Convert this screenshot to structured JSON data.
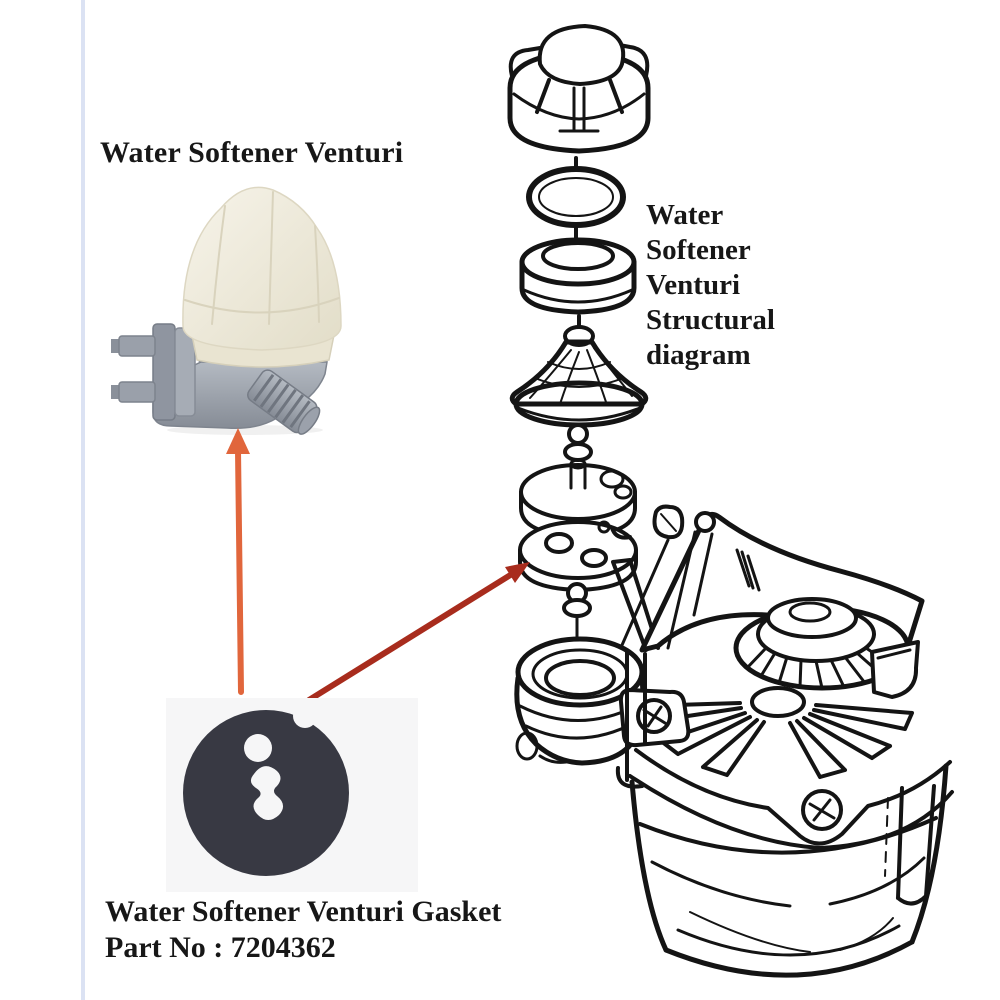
{
  "page": {
    "background": "#ffffff",
    "left_border_color": "#dbe2f3"
  },
  "header": {
    "title": "Water Softener Venturi"
  },
  "diagram_label": {
    "lines": [
      "Water",
      "Softener",
      "Venturi",
      "Structural",
      "diagram"
    ]
  },
  "gasket": {
    "caption": "Water Softener Venturi Gasket",
    "part_no_label": "Part No : 7204362",
    "part_number": "7204362"
  },
  "colors": {
    "arrow_orange": "#e1663c",
    "arrow_red": "#a82c1d",
    "line_art": "#141414",
    "gasket_rubber": "#383943",
    "photo_background": "#f6f6f7",
    "venturi_dome_cream": "#efecdb",
    "venturi_body_gray": "#9aa1ab",
    "text": "#171717"
  },
  "illustrations": {
    "product_photo": "water-softener-venturi-part",
    "exploded_diagram": "venturi-structural-diagram",
    "gasket_photo": "venturi-gasket"
  }
}
